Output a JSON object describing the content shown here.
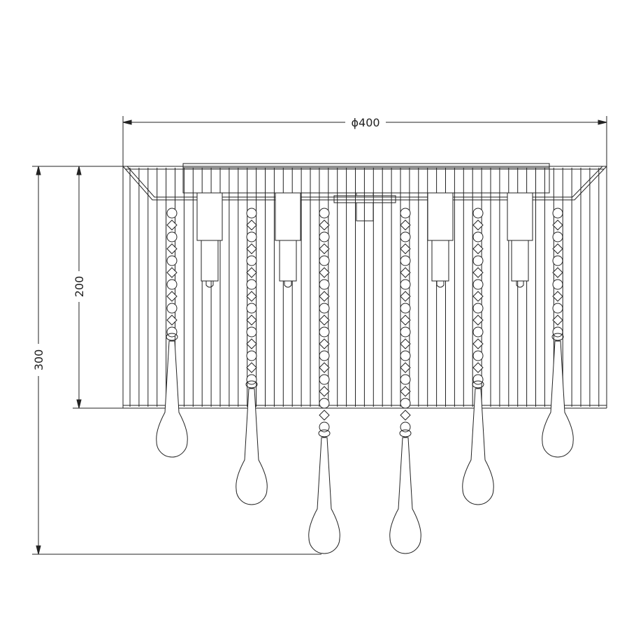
{
  "dimensions": {
    "width_label": "ϕ400",
    "body_height_label": "200",
    "total_height_label": "300"
  },
  "colors": {
    "line": "#222222",
    "background": "#ffffff"
  },
  "fixture": {
    "bulb_count": 4,
    "crystal_strand_count": 6
  }
}
